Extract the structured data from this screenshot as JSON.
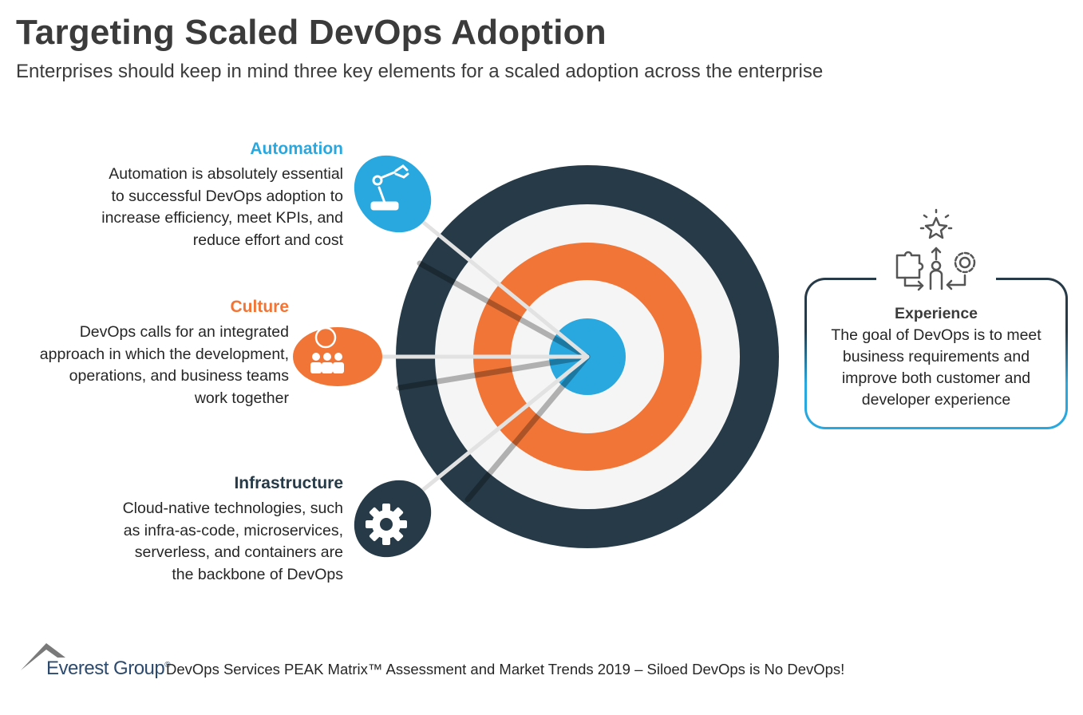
{
  "title": "Targeting Scaled DevOps Adoption",
  "subtitle": "Enterprises should keep in mind three key elements for a scaled adoption across the enterprise",
  "elements": [
    {
      "heading": "Automation",
      "lines": [
        "Automation is absolutely essential",
        "to successful DevOps adoption to",
        "increase efficiency, meet KPIs, and",
        "reduce effort and cost"
      ],
      "color": "#29a8e0",
      "icon": "robot-arm-icon"
    },
    {
      "heading": "Culture",
      "lines": [
        "DevOps calls for an integrated",
        "approach in which the development,",
        "operations, and business teams",
        "work together"
      ],
      "color": "#f07537",
      "icon": "team-discussion-icon"
    },
    {
      "heading": "Infrastructure",
      "lines": [
        "Cloud-native technologies, such",
        "as infra-as-code, microservices,",
        "serverless, and containers are",
        "the backbone of DevOps"
      ],
      "color": "#263a47",
      "icon": "gear-icon"
    }
  ],
  "experience": {
    "heading": "Experience",
    "lines": [
      "The goal of DevOps is to meet",
      "business requirements and",
      "improve both customer and",
      "developer experience"
    ],
    "icon": "experience-puzzle-gear-star-icon"
  },
  "target_colors": {
    "outer_ring": "#263a47",
    "light_ring": "#f5f5f5",
    "orange_ring": "#f07537",
    "bullseye": "#29a8e0"
  },
  "footer": {
    "logo": "Everest Group",
    "logo_mark": "®",
    "caption": "DevOps Services PEAK Matrix™ Assessment and Market Trends 2019 – Siloed DevOps is No DevOps!"
  }
}
